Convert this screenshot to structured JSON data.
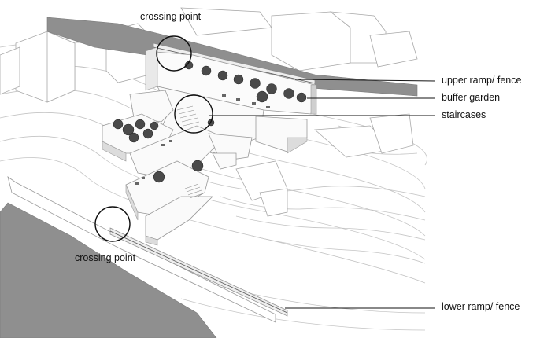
{
  "labels": {
    "crossing_point_top": "crossing point",
    "crossing_point_bottom": "crossing point",
    "upper_ramp_fence": "upper ramp/ fence",
    "buffer_garden": "buffer garden",
    "staircases": "staircases",
    "lower_ramp_fence": "lower ramp/ fence"
  },
  "colors": {
    "background": "#ffffff",
    "line": "#9a9a9a",
    "dark_fill": "#8f8f8f",
    "light_fill": "#f3f3f3",
    "tree": "#4a4a4a",
    "annotation": "#111111"
  }
}
